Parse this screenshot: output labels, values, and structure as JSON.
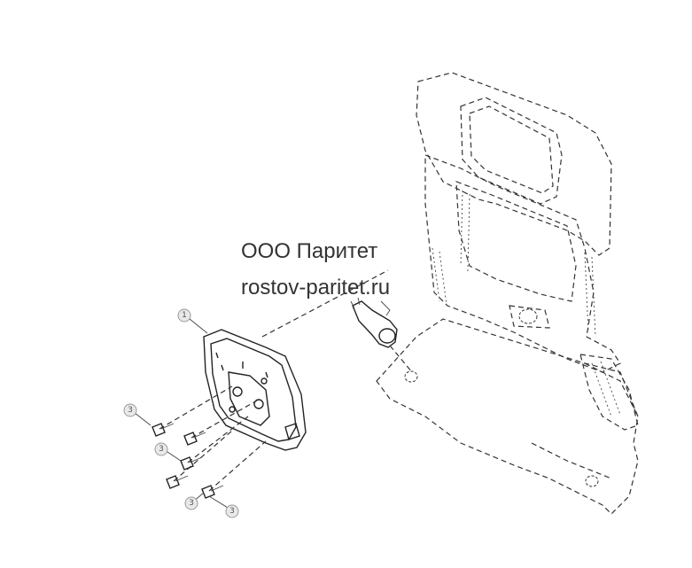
{
  "watermark": {
    "company": "ООО Паритет",
    "site": "rostov-paritet.ru"
  },
  "callouts": [
    {
      "id": "c1",
      "label": "1"
    },
    {
      "id": "c3a",
      "label": "3"
    },
    {
      "id": "c3b",
      "label": "3"
    },
    {
      "id": "c3c",
      "label": "3"
    },
    {
      "id": "c3d",
      "label": "3"
    }
  ],
  "colors": {
    "line": "#333333",
    "bubble_fill": "#e9e9e9",
    "background": "#ffffff"
  }
}
